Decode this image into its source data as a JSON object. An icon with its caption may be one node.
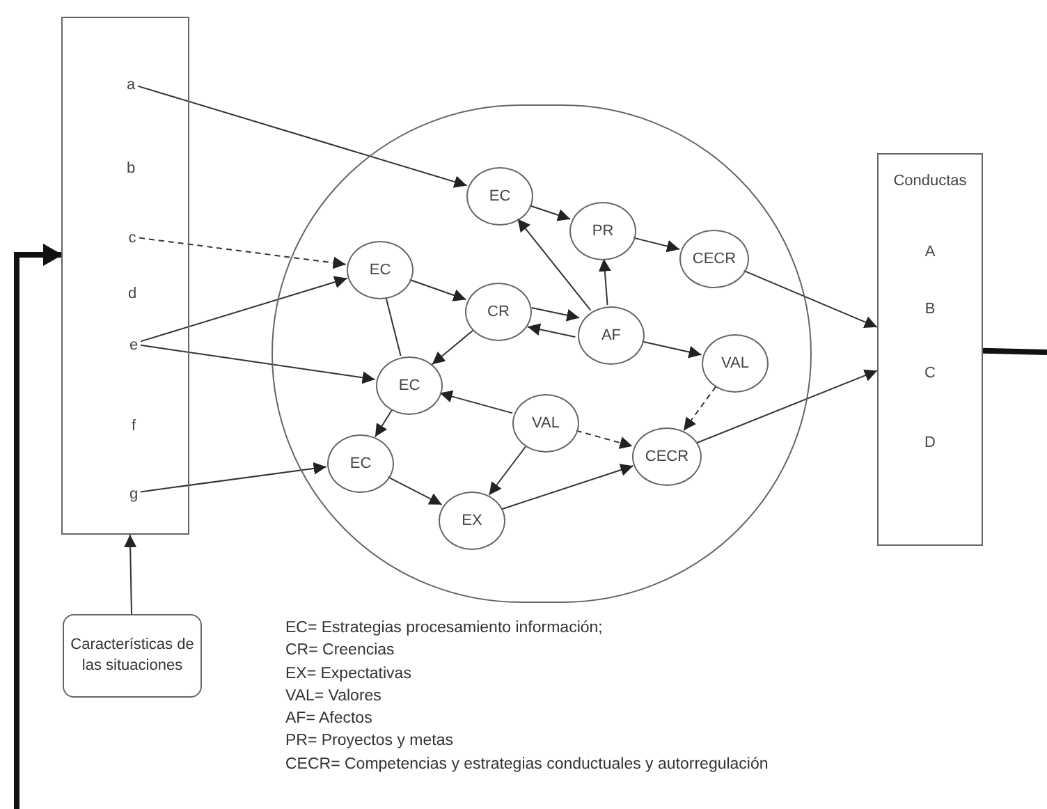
{
  "diagram": {
    "nodes": [
      {
        "text": [],
        "shape": "box"
      },
      {
        "text": [
          "a"
        ],
        "in": 0
      },
      {
        "text": [
          "b"
        ],
        "in": 0
      },
      {
        "text": [
          "c"
        ],
        "in": 0
      },
      {
        "text": [
          "d"
        ],
        "in": 0
      },
      {
        "text": [
          "e"
        ],
        "in": 0
      },
      {
        "text": [
          "f"
        ],
        "in": 0
      },
      {
        "text": [
          "g"
        ],
        "in": 0
      },
      {
        "text": [],
        "shape": "circle"
      },
      {
        "text": [
          "EC"
        ],
        "in": 8
      },
      {
        "text": [
          "PR"
        ],
        "in": 8
      },
      {
        "text": [
          "CECR"
        ],
        "in": 8
      },
      {
        "text": [
          "EC"
        ],
        "in": 8
      },
      {
        "text": [
          "CR"
        ],
        "in": 8
      },
      {
        "text": [
          "AF"
        ],
        "in": 8
      },
      {
        "text": [
          "VAL"
        ],
        "in": 8
      },
      {
        "text": [
          "EC"
        ],
        "in": 8
      },
      {
        "text": [
          "VAL"
        ],
        "in": 8
      },
      {
        "text": [
          "CECR"
        ],
        "in": 8
      },
      {
        "text": [
          "EC"
        ],
        "in": 8
      },
      {
        "text": [
          "EX"
        ],
        "in": 8
      },
      {
        "text": [
          "Conductas",
          "A",
          "B",
          "C",
          "D"
        ]
      },
      {
        "text": [
          "Características de las situaciones"
        ]
      }
    ],
    "edges": [
      {
        "from": 1,
        "to": 9,
        "arrow": "to"
      },
      {
        "from": 3,
        "to": 12,
        "arrow": "to",
        "style": "dashed"
      },
      {
        "from": 5,
        "to": 12,
        "arrow": "to"
      },
      {
        "from": 5,
        "to": 16,
        "arrow": "to"
      },
      {
        "from": 7,
        "to": 19,
        "arrow": "to"
      },
      {
        "from": 22,
        "to": 0,
        "arrow": "to"
      },
      {
        "from": 9,
        "to": 10,
        "arrow": "to"
      },
      {
        "from": 10,
        "to": 11,
        "arrow": "to"
      },
      {
        "from": 11,
        "to": 21,
        "arrow": "to"
      },
      {
        "from": 12,
        "to": 13,
        "arrow": "to"
      },
      {
        "from": 12,
        "to": 16,
        "arrow": "none"
      },
      {
        "from": 13,
        "to": 14,
        "arrow": "to"
      },
      {
        "from": 14,
        "to": 13,
        "arrow": "to"
      },
      {
        "from": 14,
        "to": 9,
        "arrow": "to"
      },
      {
        "from": 14,
        "to": 10,
        "arrow": "to"
      },
      {
        "from": 14,
        "to": 15,
        "arrow": "to"
      },
      {
        "from": 13,
        "to": 16,
        "arrow": "to"
      },
      {
        "from": 17,
        "to": 16,
        "arrow": "to"
      },
      {
        "from": 16,
        "to": 19,
        "arrow": "to"
      },
      {
        "from": 17,
        "to": 20,
        "arrow": "to"
      },
      {
        "from": 17,
        "to": 18,
        "arrow": "to",
        "style": "dashed"
      },
      {
        "from": 15,
        "to": 18,
        "arrow": "to",
        "style": "dashed"
      },
      {
        "from": 19,
        "to": 20,
        "arrow": "to"
      },
      {
        "from": 20,
        "to": 18,
        "arrow": "to"
      },
      {
        "from": 18,
        "to": 21,
        "arrow": "to"
      },
      {
        "from": 21,
        "to": null,
        "arrow": "none",
        "style": "thick"
      },
      {
        "from": null,
        "to": 0,
        "arrow": "to",
        "style": "thick"
      }
    ],
    "labels": [
      "EC= Estrategias procesamiento información;",
      "CR= Creencias",
      "EX= Expectativas",
      "VAL= Valores",
      "AF= Afectos",
      "PR= Proyectos y metas",
      "CECR= Competencias y estrategias conductuales y autorregulación"
    ]
  }
}
